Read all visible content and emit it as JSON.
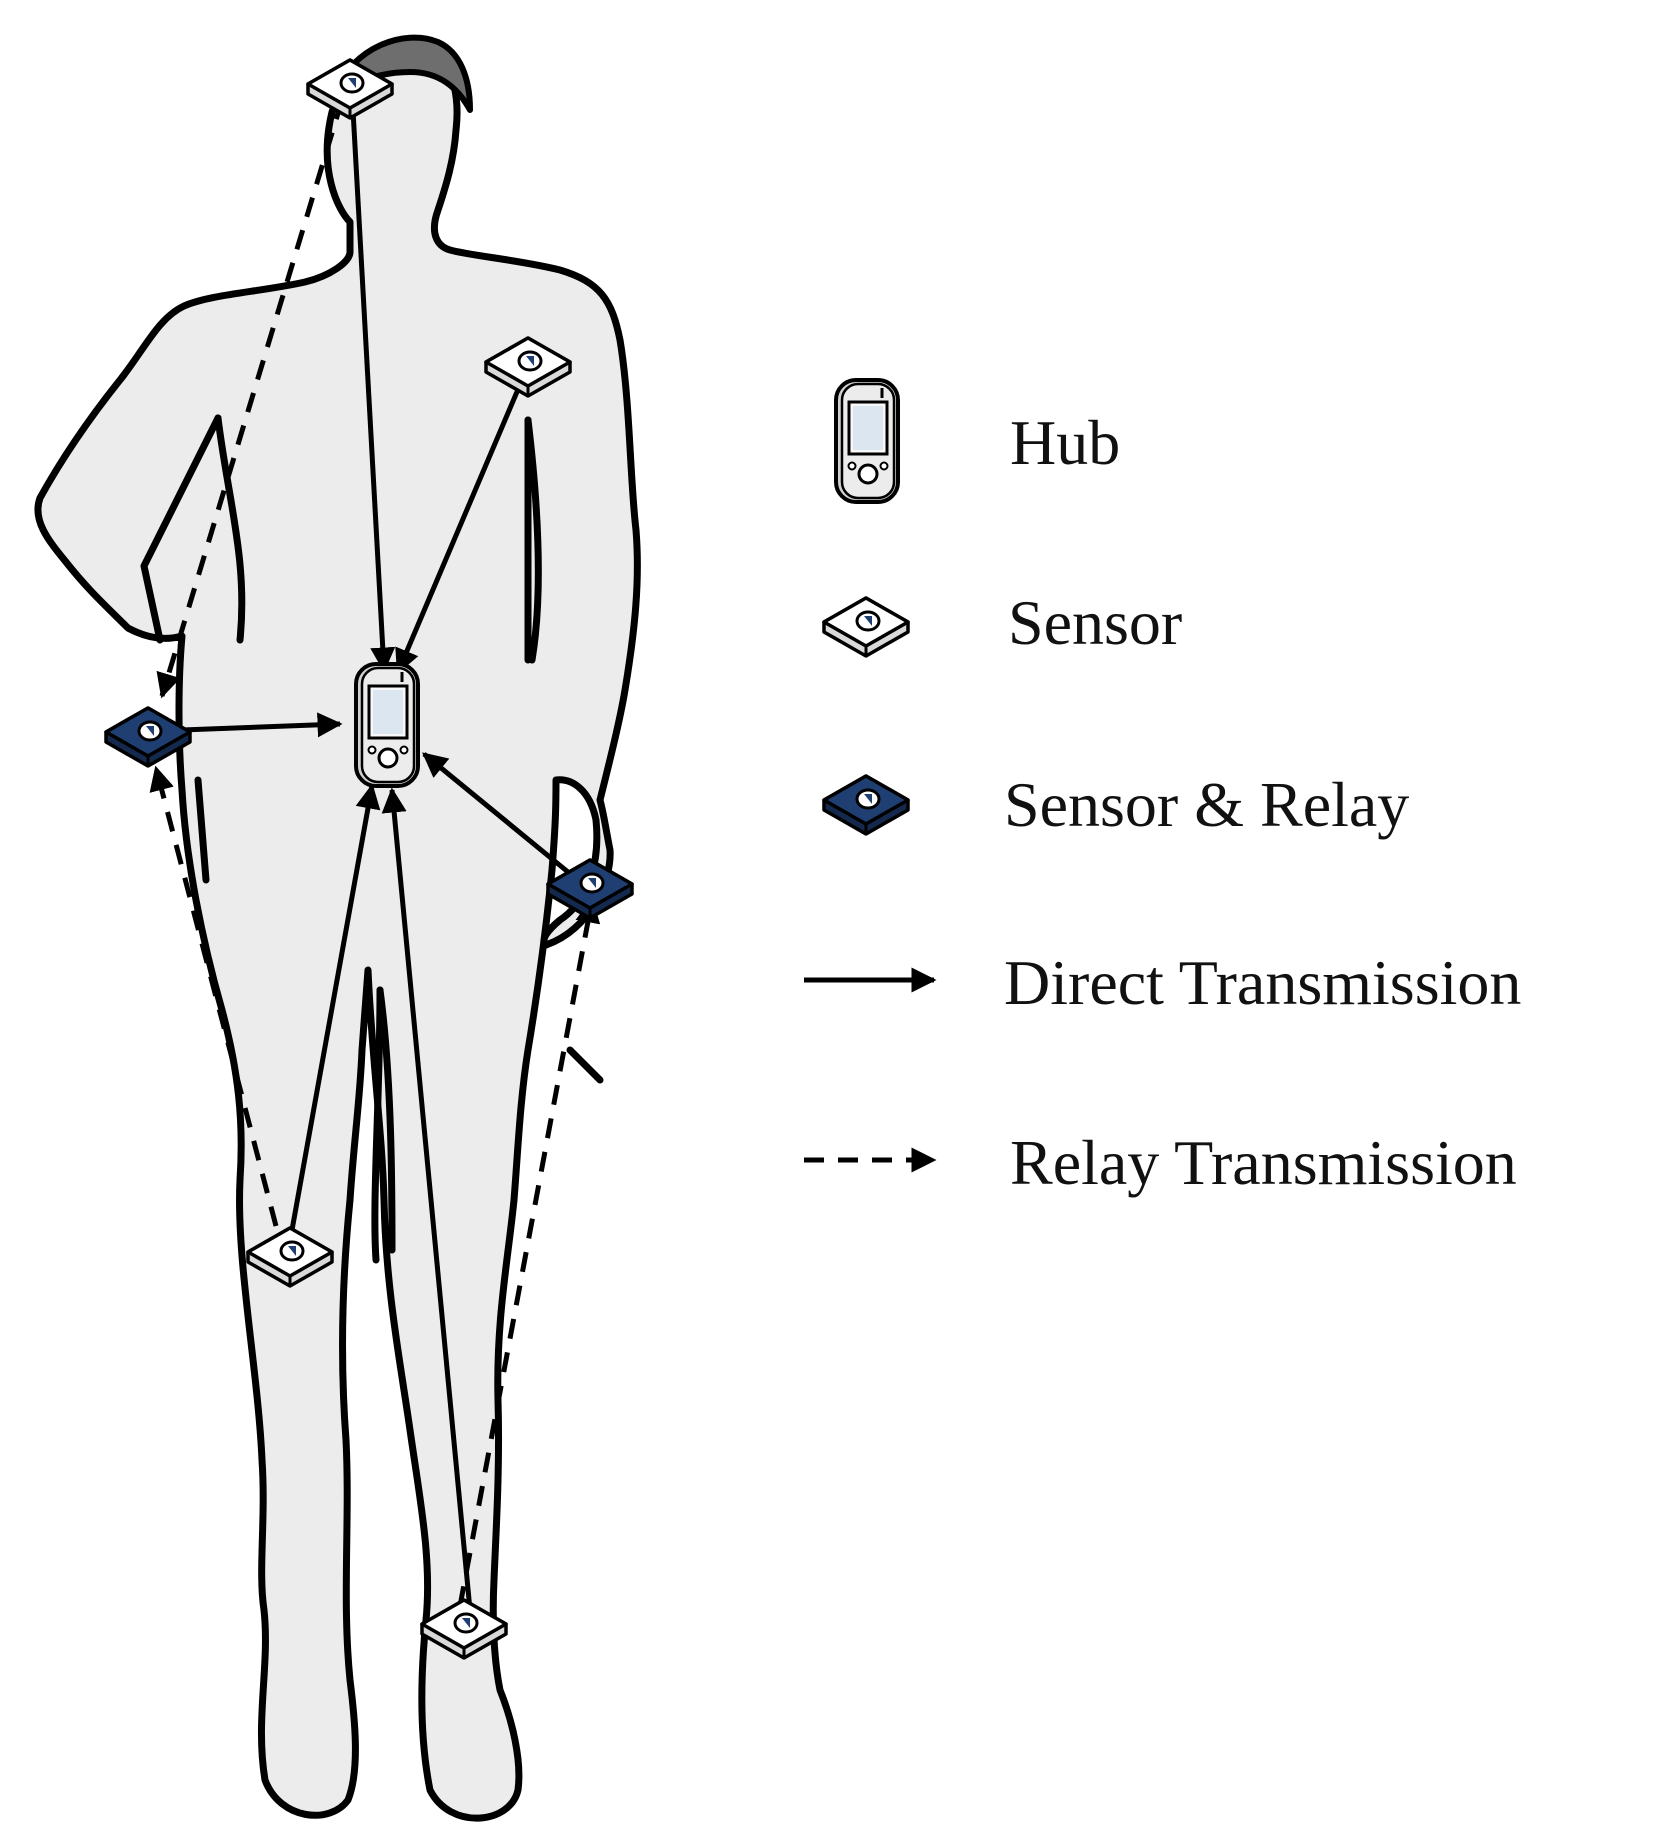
{
  "legend": {
    "hub": "Hub",
    "sensor": "Sensor",
    "sensor_relay": "Sensor & Relay",
    "direct": "Direct Transmission",
    "relay": "Relay Transmission"
  },
  "colors": {
    "body_fill": "#ececec",
    "hair": "#6e6e6e",
    "sensor_top": "#ffffff",
    "sensor_relay_top": "#1f3f73",
    "sensor_relay_side": "#14294d",
    "line": "#000000"
  },
  "icons": {
    "hub": "handheld-device-icon",
    "sensor": "sensor-node-icon",
    "sensor_relay": "relay-sensor-node-icon"
  }
}
